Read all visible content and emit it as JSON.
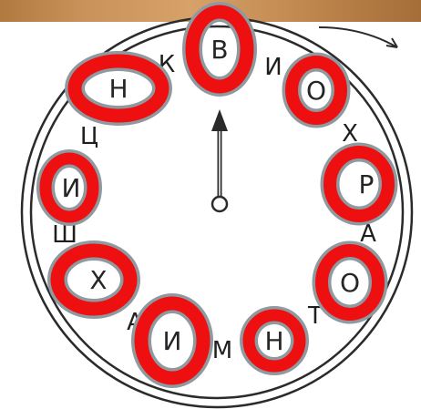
{
  "dial": {
    "direction_arrow_icon": "curved-arrow-clockwise-icon",
    "hand_icon": "clock-hand-arrow-icon",
    "plain_letters": {
      "k": "К",
      "i_top": "И",
      "kh_right": "Х",
      "a_right": "А",
      "t_bottom": "Т",
      "m_bottom": "М",
      "a_bottom_left": "А",
      "sh_left": "Ш",
      "ts_left": "Ц"
    },
    "circled_letters": {
      "v": "В",
      "o_top_right": "О",
      "r": "Р",
      "o_bottom_right": "О",
      "n_bottom": "Н",
      "i_bottom": "И",
      "kh_left": "Х",
      "i_left": "И",
      "n_top_left": "Н"
    }
  },
  "colors": {
    "highlight_red": "#ee1010",
    "ring_outline_gray": "#8f9aa0",
    "ink": "#1f1f1f",
    "wood": "#c8925a"
  }
}
